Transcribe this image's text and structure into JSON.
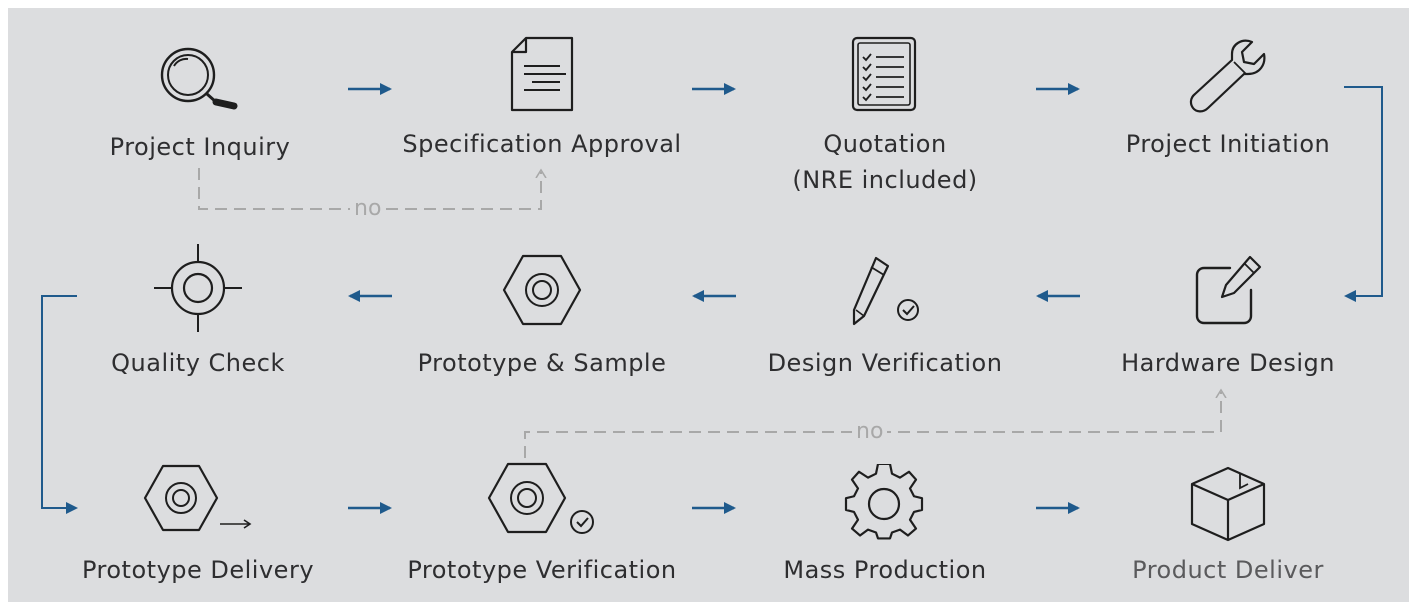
{
  "colors": {
    "panel": "#dcdddf",
    "arrow": "#1f5a8c",
    "icon": "#1e1e1e",
    "dashed": "#a8a8a8",
    "text": "#2e2e30"
  },
  "steps": [
    {
      "id": "project-inquiry",
      "label": "Project Inquiry",
      "icon": "magnifier-icon"
    },
    {
      "id": "specification-approval",
      "label": "Specification Approval",
      "icon": "document-icon"
    },
    {
      "id": "quotation",
      "label": "Quotation",
      "label2": "(NRE included)",
      "icon": "checklist-icon"
    },
    {
      "id": "project-initiation",
      "label": "Project Initiation",
      "icon": "wrench-icon"
    },
    {
      "id": "hardware-design",
      "label": "Hardware Design",
      "icon": "edit-box-icon"
    },
    {
      "id": "design-verification",
      "label": "Design Verification",
      "icon": "pencil-check-icon"
    },
    {
      "id": "prototype-sample",
      "label": "Prototype & Sample",
      "icon": "hex-nut-icon"
    },
    {
      "id": "quality-check",
      "label": "Quality Check",
      "icon": "crosshair-icon"
    },
    {
      "id": "prototype-delivery",
      "label": "Prototype Delivery",
      "icon": "hex-nut-arrow-icon"
    },
    {
      "id": "prototype-verification",
      "label": "Prototype Verification",
      "icon": "hex-nut-check-icon"
    },
    {
      "id": "mass-production",
      "label": "Mass Production",
      "icon": "gear-icon"
    },
    {
      "id": "product-deliver",
      "label": "Product Deliver",
      "icon": "box-icon"
    }
  ],
  "feedback": [
    {
      "label": "no",
      "from": "project-inquiry",
      "to": "specification-approval"
    },
    {
      "label": "no",
      "from": "prototype-verification",
      "to": "hardware-design"
    }
  ]
}
